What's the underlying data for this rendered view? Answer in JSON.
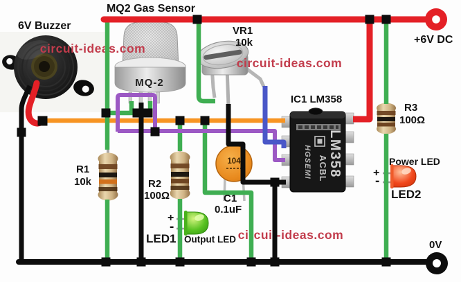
{
  "title": "MQ2 Gas Sensor",
  "watermark": "circuit-ideas.com",
  "power": {
    "positive": "+6V DC",
    "negative": "0V"
  },
  "components": {
    "buzzer": {
      "label": "6V Buzzer"
    },
    "sensor": {
      "label": "MQ2 Gas Sensor",
      "marking": "MQ-2"
    },
    "vr1": {
      "name": "VR1",
      "value": "10k"
    },
    "ic1": {
      "label": "IC1 LM358",
      "marking_part": "LM358",
      "marking_code": "ACBL",
      "marking_brand": "HGSEMI"
    },
    "r1": {
      "name": "R1",
      "value": "10k"
    },
    "r2": {
      "name": "R2",
      "value": "100Ω"
    },
    "r3": {
      "name": "R3",
      "value": "100Ω"
    },
    "c1": {
      "name": "C1",
      "value": "0.1uF",
      "marking": "104"
    },
    "led1": {
      "name": "LED1",
      "desc": "Output LED",
      "plus": "+",
      "minus": "-"
    },
    "led2": {
      "name": "LED2",
      "desc": "Power LED",
      "plus": "+",
      "minus": "-"
    }
  },
  "colors": {
    "wire_red": "#e42026",
    "wire_green": "#3fae52",
    "wire_orange": "#f79422",
    "wire_purple": "#9c59c4",
    "wire_blue": "#4a57c8",
    "wire_black": "#0d0d0d",
    "watermark_color": "#c23b4b",
    "label_color": "#121212"
  }
}
